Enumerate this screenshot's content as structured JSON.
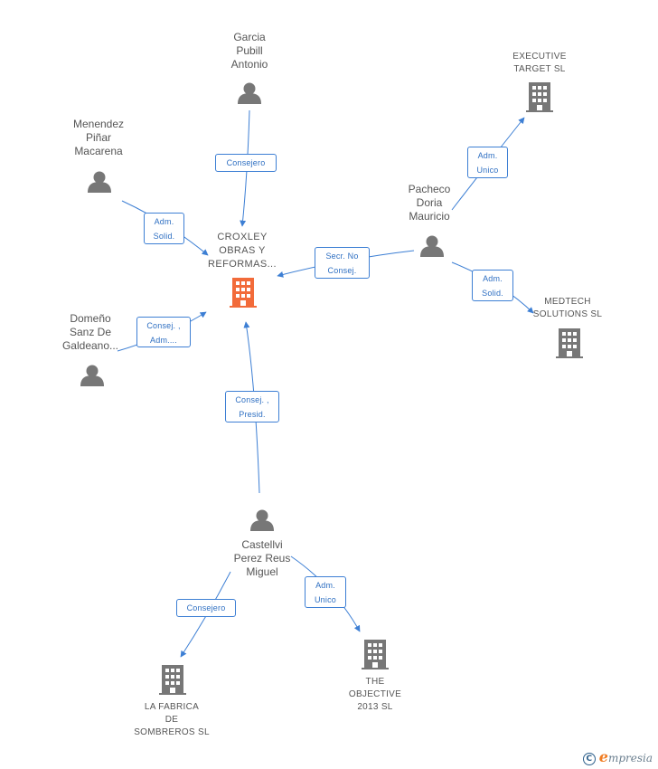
{
  "nodes": {
    "main": {
      "label": "CROXLEY\nOBRAS Y\nREFORMAS..."
    },
    "garcia": {
      "label": "Garcia\nPubill\nAntonio"
    },
    "menendez": {
      "label": "Menendez\nPiñar\nMacarena"
    },
    "domeno": {
      "label": "Domeño\nSanz De\nGaldeano..."
    },
    "pacheco": {
      "label": "Pacheco\nDoria\nMauricio"
    },
    "castellvi": {
      "label": "Castellvi\nPerez Reus\nMiguel"
    },
    "executive": {
      "label": "EXECUTIVE\nTARGET SL"
    },
    "medtech": {
      "label": "MEDTECH\nSOLUTIONS SL"
    },
    "fabrica": {
      "label": "LA FABRICA\nDE\nSOMBREROS SL"
    },
    "objective": {
      "label": "THE\nOBJECTIVE\n2013 SL"
    }
  },
  "edges": {
    "garcia_main": "Consejero",
    "menendez_main": "Adm.\nSolid.",
    "domeno_main": "Consej. ,\nAdm....",
    "pacheco_main": "Secr. No\nConsej.",
    "castellvi_main": "Consej. ,\nPresid.",
    "pacheco_executive": "Adm.\nUnico",
    "pacheco_medtech": "Adm.\nSolid.",
    "castellvi_fabrica": "Consejero",
    "castellvi_objective": "Adm.\nUnico"
  },
  "colors": {
    "edge": "#3d7fd4",
    "person": "#777777",
    "company": "#777777",
    "main_company": "#f26b3a"
  },
  "brand": {
    "copyright": "C",
    "initial": "e",
    "rest": "mpresia"
  }
}
